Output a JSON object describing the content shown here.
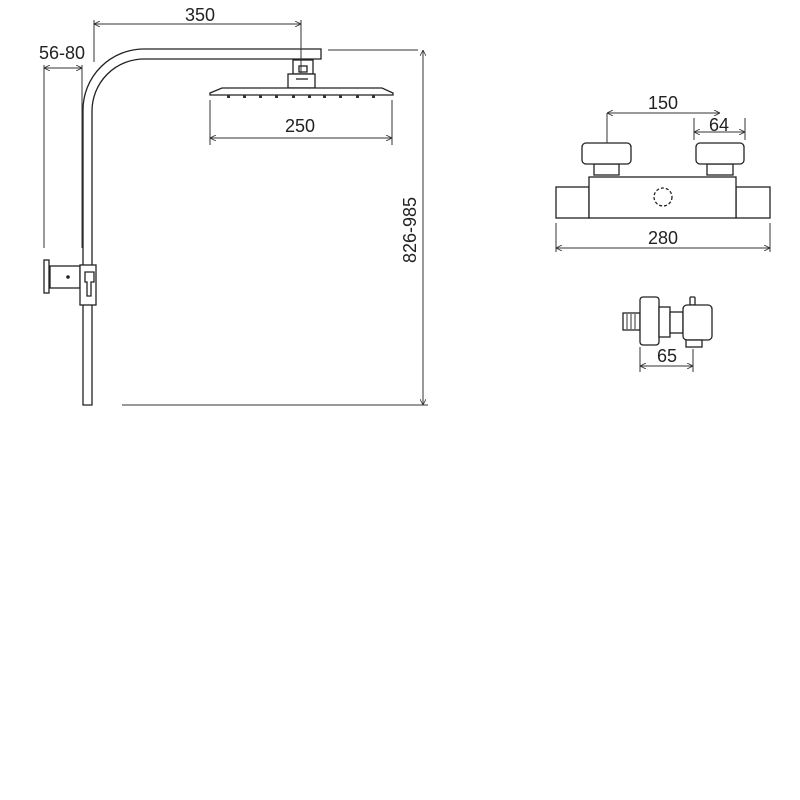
{
  "shower_column": {
    "arm_reach": "350",
    "wall_distance": "56-80",
    "head_width": "250",
    "height": "826-985"
  },
  "thermostatic_mixer": {
    "handle_spacing": "150",
    "handle_width": "64",
    "body_length": "280"
  },
  "connector": {
    "depth": "65"
  },
  "colors": {
    "line": "#222222",
    "background": "#ffffff"
  }
}
